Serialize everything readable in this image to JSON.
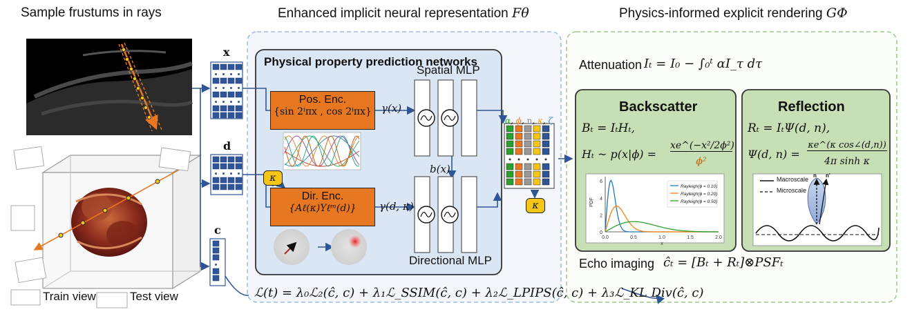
{
  "left": {
    "title": "Sample frustums in rays",
    "legend": {
      "train": "Train view",
      "test": "Test view"
    }
  },
  "inputs": {
    "x": "x",
    "d": "d",
    "c": "c"
  },
  "middle": {
    "title": "Enhanced implicit neural representation",
    "title_symbol": "Fθ",
    "panel_title": "Physical property prediction networks",
    "pos_enc": {
      "title": "Pos. Enc.",
      "formula": "{sin 2ⁱπx , cos 2ⁱπx}",
      "output": "γ(x)"
    },
    "dir_enc": {
      "title": "Dir. Enc.",
      "formula": "{Aℓ(κ)Yℓᵐ(d)}",
      "output": "γ(d, κ)"
    },
    "spatial_mlp": "Spatial MLP",
    "directional_mlp": "Directional MLP",
    "bottleneck": "b(x)",
    "kappa": "κ",
    "output_params": [
      "α",
      "ϕ",
      "n",
      "κ",
      "ζ"
    ]
  },
  "right": {
    "title": "Physics-informed explicit rendering",
    "title_symbol": "GΦ",
    "attenuation": {
      "label": "Attenuation",
      "formula": "Iₜ = I₀ − ∫₀ᵗ αI_τ dτ"
    },
    "backscatter": {
      "title": "Backscatter",
      "eq1": "Bₜ = IₜHₜ,",
      "eq2_lhs": "Hₜ ~ p(x|ϕ) =",
      "eq2_num": "xe^(−x²/2ϕ²)",
      "eq2_den": "ϕ²",
      "plot": {
        "ylabel": "PDF",
        "xlabel": "x",
        "legend": [
          "Rayleigh(ϕ = 0.10)",
          "Rayleigh(ϕ = 0.20)",
          "Rayleigh(ϕ = 0.50)"
        ],
        "xticks": [
          "0.0",
          "0.5",
          "1.0",
          "1.5",
          "2.0"
        ],
        "yticks": [
          "0",
          "2",
          "4",
          "6"
        ]
      }
    },
    "reflection": {
      "title": "Reflection",
      "eq1": "Rₜ = IₜΨ(d, n),",
      "eq2_lhs": "Ψ(d, n) =",
      "eq2_num": "κe^(κ cos∠(d,n))",
      "eq2_den": "4π sinh κ",
      "legend": [
        "Macroscale",
        "Microscale"
      ],
      "labels": [
        "n",
        "n'"
      ]
    },
    "echo": {
      "label": "Echo imaging",
      "formula": "ĉₜ = [Bₜ + Rₜ]⊗PSFₜ"
    }
  },
  "loss": "ℒ(t) = λ₀ℒ₂(ĉ, c) + λ₁ℒ_SSIM(ĉ, c) + λ₂ℒ_LPIPS(ĉ, c) + λ₃ℒ_KL Div(ĉ, c)",
  "colors": {
    "orange": "#e87722",
    "blue_box": "#2f5597",
    "panel_blue": "#dae6f4",
    "panel_green": "#c6dfb4",
    "kappa_yellow": "#f5c518",
    "curve_blue": "#1f77b4",
    "curve_orange": "#ff7f0e",
    "curve_green": "#2ca02c"
  }
}
